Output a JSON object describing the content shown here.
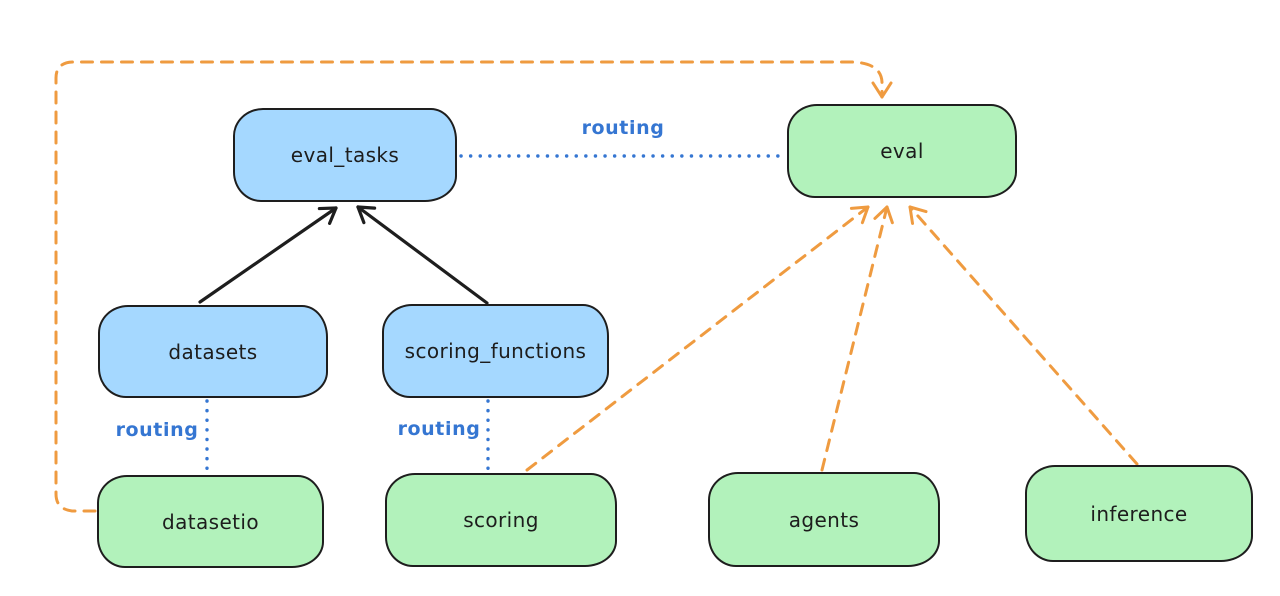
{
  "diagram": {
    "nodes": [
      {
        "id": "eval_tasks",
        "label": "eval_tasks",
        "fill": "blue"
      },
      {
        "id": "eval",
        "label": "eval",
        "fill": "green"
      },
      {
        "id": "datasets",
        "label": "datasets",
        "fill": "blue"
      },
      {
        "id": "scoring_functions",
        "label": "scoring_functions",
        "fill": "blue"
      },
      {
        "id": "datasetio",
        "label": "datasetio",
        "fill": "green"
      },
      {
        "id": "scoring",
        "label": "scoring",
        "fill": "green"
      },
      {
        "id": "agents",
        "label": "agents",
        "fill": "green"
      },
      {
        "id": "inference",
        "label": "inference",
        "fill": "green"
      }
    ],
    "edges": [
      {
        "from": "datasets",
        "to": "eval_tasks",
        "style": "solid-arrow",
        "color": "black"
      },
      {
        "from": "scoring_functions",
        "to": "eval_tasks",
        "style": "solid-arrow",
        "color": "black"
      },
      {
        "from": "eval_tasks",
        "to": "eval",
        "style": "dotted",
        "color": "blue",
        "label": "routing"
      },
      {
        "from": "datasets",
        "to": "datasetio",
        "style": "dotted",
        "color": "blue",
        "label": "routing"
      },
      {
        "from": "scoring_functions",
        "to": "scoring",
        "style": "dotted",
        "color": "blue",
        "label": "routing"
      },
      {
        "from": "datasetio",
        "to": "eval",
        "style": "dashed-arrow",
        "color": "orange"
      },
      {
        "from": "scoring",
        "to": "eval",
        "style": "dashed-arrow",
        "color": "orange"
      },
      {
        "from": "agents",
        "to": "eval",
        "style": "dashed-arrow",
        "color": "orange"
      },
      {
        "from": "inference",
        "to": "eval",
        "style": "dashed-arrow",
        "color": "orange"
      }
    ],
    "colors": {
      "blue_fill": "#a5d8ff",
      "green_fill": "#b2f2bb",
      "node_stroke": "#1e1e1e",
      "black_edge": "#1e1e1e",
      "blue_edge": "#3576d2",
      "orange_edge": "#ef9b40"
    }
  }
}
